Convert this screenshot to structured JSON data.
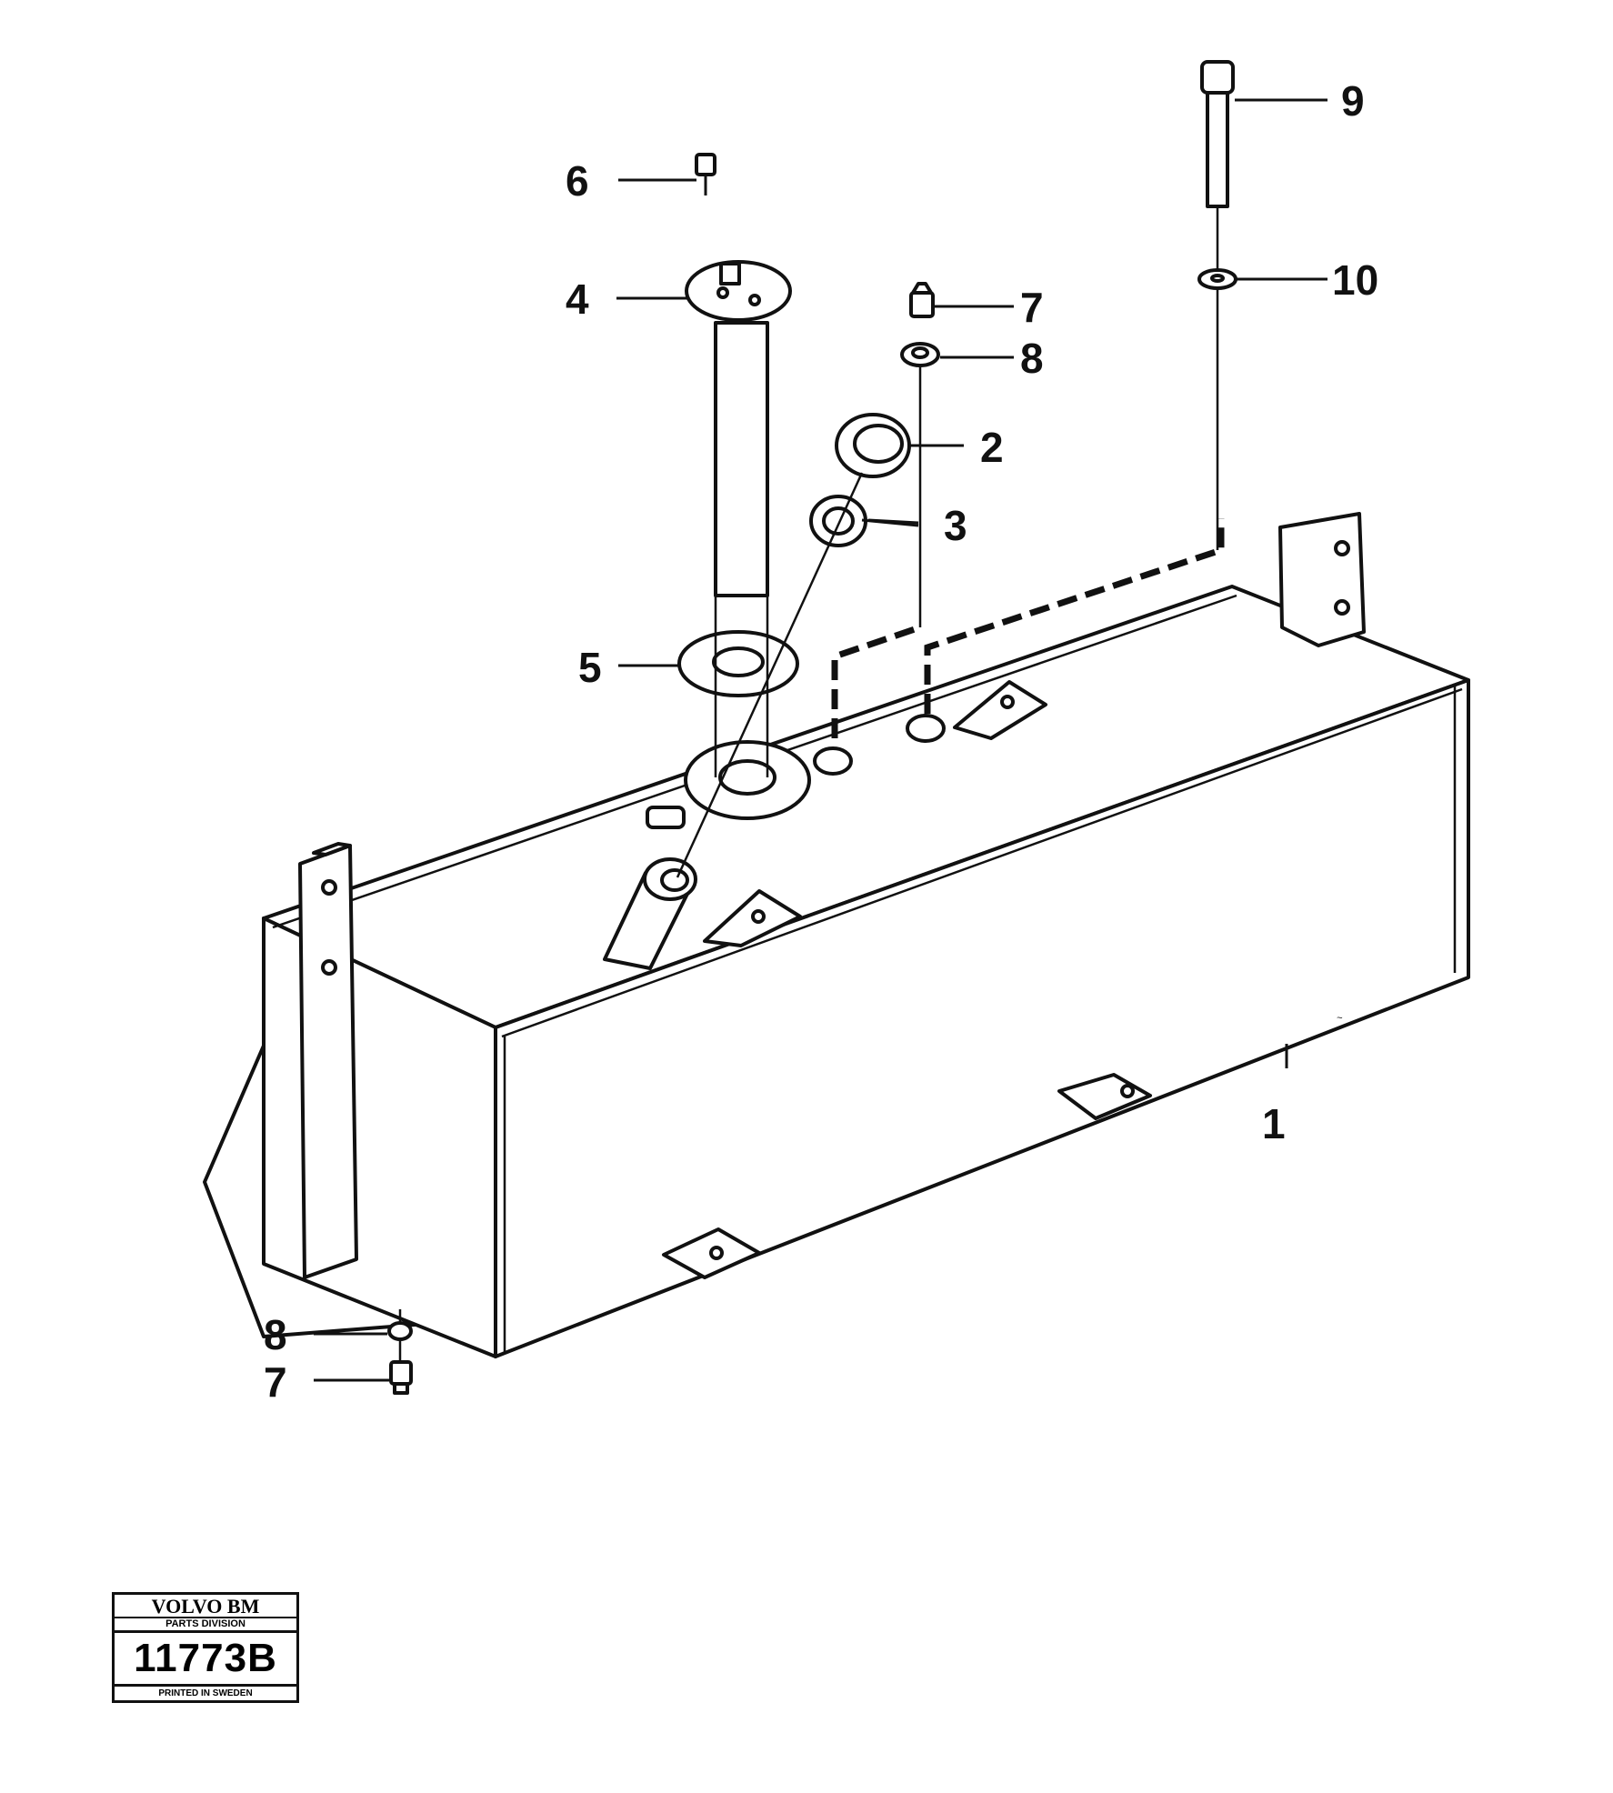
{
  "callouts": {
    "c1": "1",
    "c2": "2",
    "c3": "3",
    "c4": "4",
    "c5": "5",
    "c6": "6",
    "c7a": "7",
    "c8a": "8",
    "c9": "9",
    "c10": "10",
    "c8b": "8",
    "c7b": "7"
  },
  "stamp": {
    "brand": "VOLVO BM",
    "division": "PARTS DIVISION",
    "number": "11773B",
    "printed": "PRINTED IN SWEDEN"
  }
}
